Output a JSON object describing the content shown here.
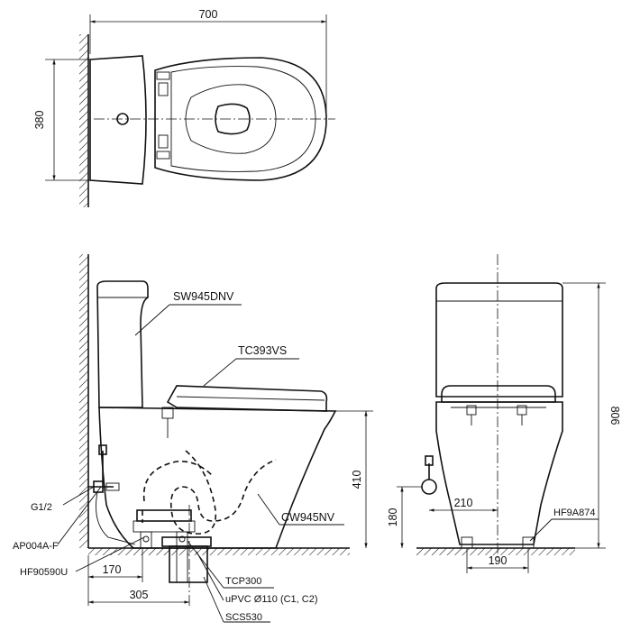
{
  "dimensions": {
    "overall_length": "700",
    "depth": "380",
    "height": "806",
    "seat_height": "410",
    "water_inlet_height": "180",
    "inlet_offset": "210",
    "base_width": "190",
    "rough_in": "305",
    "supply_offset": "170"
  },
  "labels": {
    "tank": "SW945DNV",
    "seat": "TC393VS",
    "bowl": "CW945NV",
    "water_inlet": "G1/2",
    "angle_valve": "AP004A-F",
    "supply_hose": "HF90590U",
    "flange": "TCP300",
    "drain_pipe": "uPVC Ø110 (C1, C2)",
    "drain_socket": "SCS530",
    "fixing_kit": "HF9A874"
  }
}
